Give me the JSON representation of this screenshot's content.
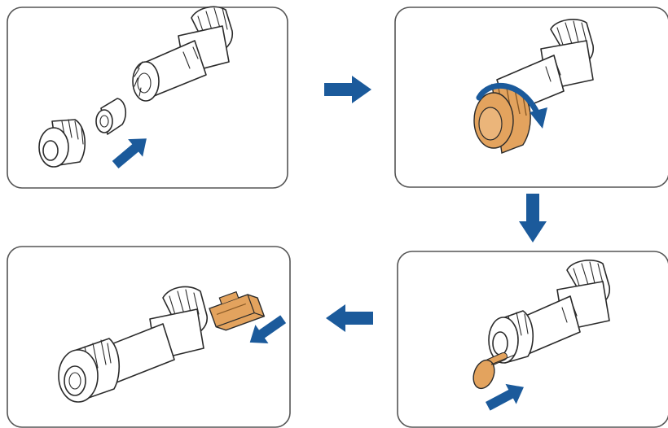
{
  "colors": {
    "arrow": "#1B5A9B",
    "orange": "#E3A35E",
    "orange_dark": "#C07A35",
    "outline": "#2a2a2a",
    "part_fill": "#ffffff",
    "panel_border": "#555555"
  },
  "steps": [
    {
      "order": 1,
      "icons": [
        "connector-body-icon",
        "sealing-ring-icon",
        "lock-nut-icon",
        "insert-arrow-icon"
      ]
    },
    {
      "order": 2,
      "icons": [
        "connector-body-icon",
        "nut-tighten-icon",
        "rotation-arrow-icon"
      ]
    },
    {
      "order": 3,
      "icons": [
        "connector-body-icon",
        "plug-pin-icon",
        "insert-arrow-icon"
      ]
    },
    {
      "order": 4,
      "icons": [
        "connector-assembled-icon",
        "rj45-plug-icon",
        "insert-arrow-icon"
      ]
    }
  ],
  "flow": [
    "right",
    "down",
    "left"
  ]
}
